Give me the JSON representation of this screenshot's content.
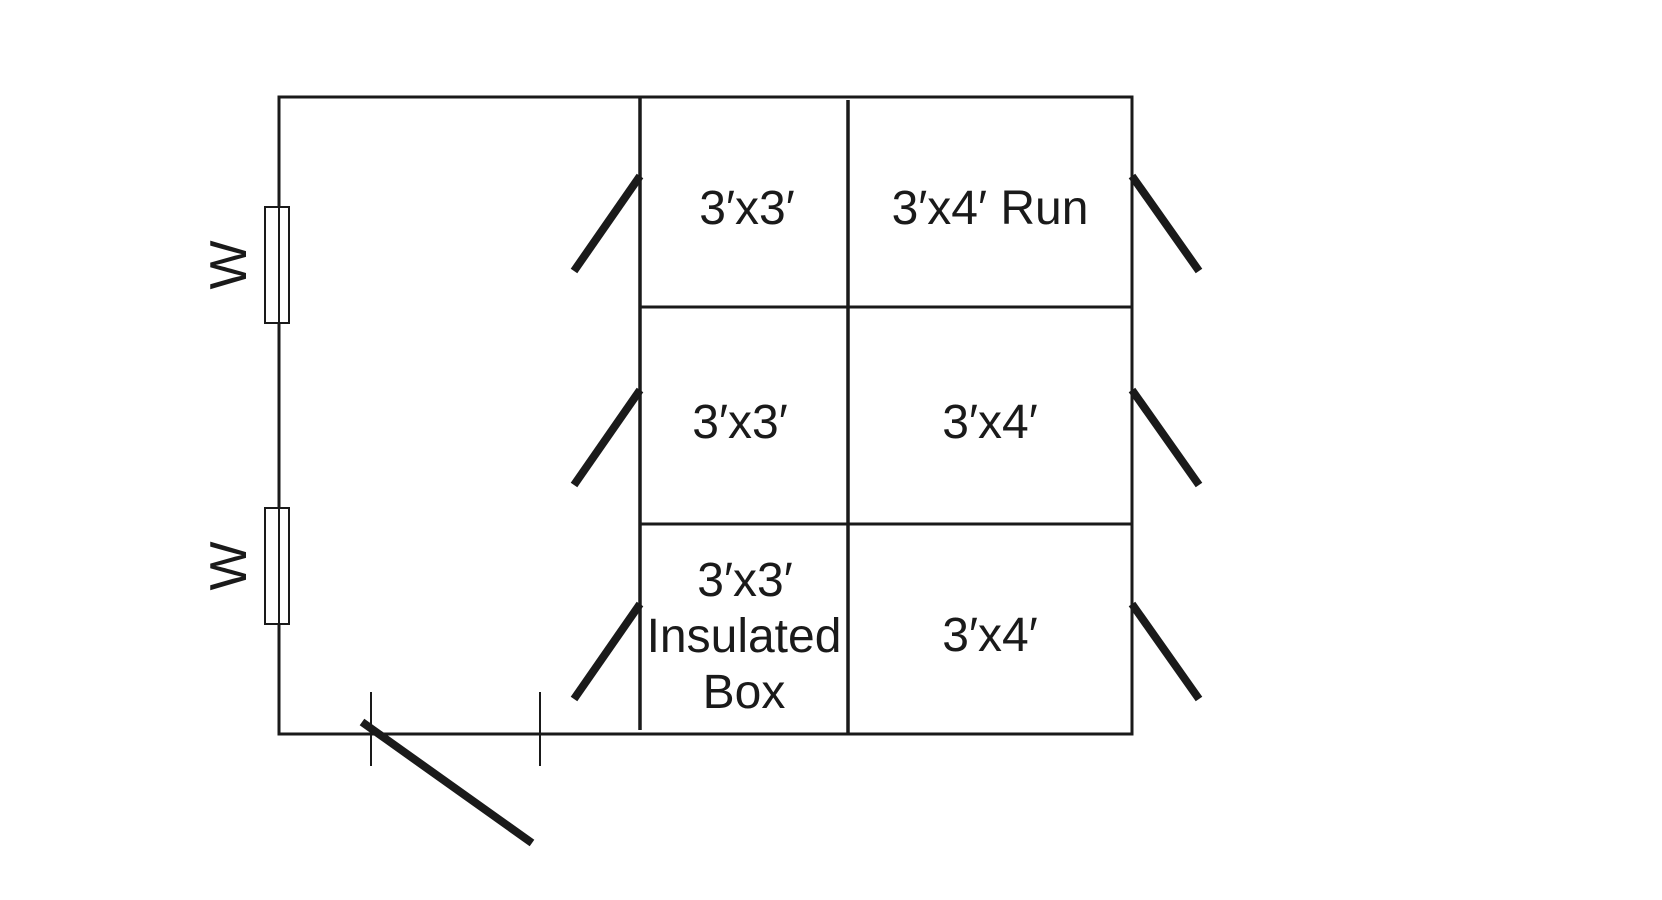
{
  "pens": [
    {
      "id": "pen-small-top",
      "lines": [
        "3′x3′"
      ]
    },
    {
      "id": "pen-run",
      "lines": [
        "3′x4′ Run"
      ]
    },
    {
      "id": "pen-small-middle",
      "lines": [
        "3′x3′"
      ]
    },
    {
      "id": "pen-large-middle",
      "lines": [
        "3′x4′"
      ]
    },
    {
      "id": "pen-insulated-box",
      "lines": [
        "3′x3′",
        "Insulated",
        "Box"
      ]
    },
    {
      "id": "pen-large-bottom",
      "lines": [
        "3′x4′"
      ]
    }
  ],
  "windows": [
    {
      "label": "W"
    },
    {
      "label": "W"
    }
  ],
  "colors": {
    "line": "#1a1a1a",
    "background": "#ffffff"
  }
}
